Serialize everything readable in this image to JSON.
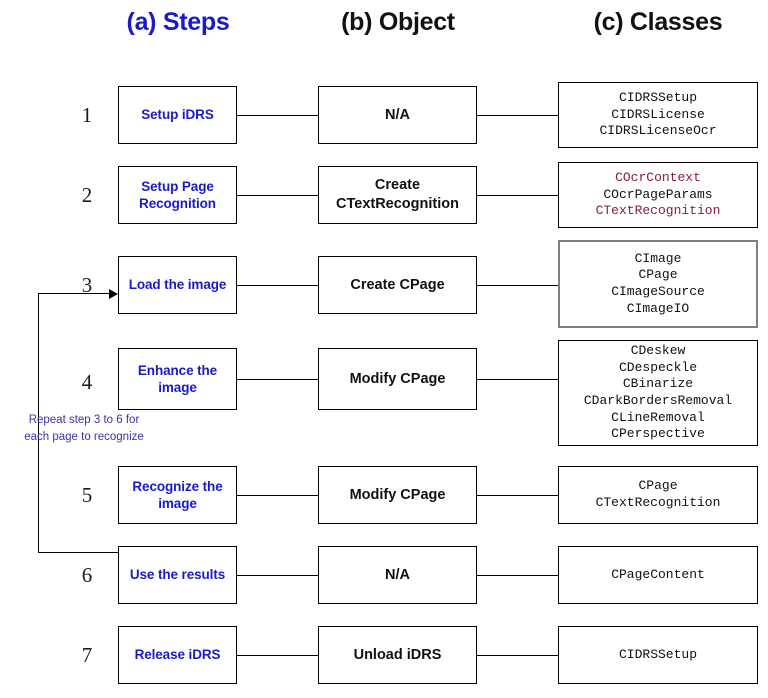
{
  "headers": {
    "steps": "(a) Steps",
    "object": "(b) Object",
    "classes": "(c) Classes"
  },
  "colors": {
    "step_text": "#1a1aCC",
    "accent_class": "#8B1A4B",
    "note_text": "#3a32b5",
    "gray_border": "#808080",
    "black_border": "#000000"
  },
  "annotation": {
    "line1": "Repeat step 3 to 6 for",
    "line2": "each page to recognize"
  },
  "rows": [
    {
      "num": "1",
      "step": "Setup iDRS",
      "object": "N/A",
      "classes": [
        {
          "text": "CIDRSSetup",
          "accent": false
        },
        {
          "text": "CIDRSLicense",
          "accent": false
        },
        {
          "text": "CIDRSLicenseOcr",
          "accent": false
        }
      ],
      "classes_border": "black"
    },
    {
      "num": "2",
      "step": "Setup Page Recognition",
      "object": "Create CTextRecognition",
      "classes": [
        {
          "text": "COcrContext",
          "accent": true
        },
        {
          "text": "COcrPageParams",
          "accent": false
        },
        {
          "text": "CTextRecognition",
          "accent": true
        }
      ],
      "classes_border": "black"
    },
    {
      "num": "3",
      "step": "Load the image",
      "object": "Create CPage",
      "classes": [
        {
          "text": "CImage",
          "accent": false
        },
        {
          "text": "CPage",
          "accent": false
        },
        {
          "text": "CImageSource",
          "accent": false
        },
        {
          "text": "CImageIO",
          "accent": false
        }
      ],
      "classes_border": "gray"
    },
    {
      "num": "4",
      "step": "Enhance the image",
      "object": "Modify CPage",
      "classes": [
        {
          "text": "CDeskew",
          "accent": false
        },
        {
          "text": "CDespeckle",
          "accent": false
        },
        {
          "text": "CBinarize",
          "accent": false
        },
        {
          "text": "CDarkBordersRemoval",
          "accent": false
        },
        {
          "text": "CLineRemoval",
          "accent": false
        },
        {
          "text": "CPerspective",
          "accent": false
        }
      ],
      "classes_border": "black"
    },
    {
      "num": "5",
      "step": "Recognize the image",
      "object": "Modify CPage",
      "classes": [
        {
          "text": "CPage",
          "accent": false
        },
        {
          "text": "CTextRecognition",
          "accent": false
        }
      ],
      "classes_border": "black"
    },
    {
      "num": "6",
      "step": "Use the results",
      "object": "N/A",
      "classes": [
        {
          "text": "CPageContent",
          "accent": false
        }
      ],
      "classes_border": "black"
    },
    {
      "num": "7",
      "step": "Release iDRS",
      "object": "Unload iDRS",
      "classes": [
        {
          "text": "CIDRSSetup",
          "accent": false
        }
      ],
      "classes_border": "black"
    }
  ]
}
